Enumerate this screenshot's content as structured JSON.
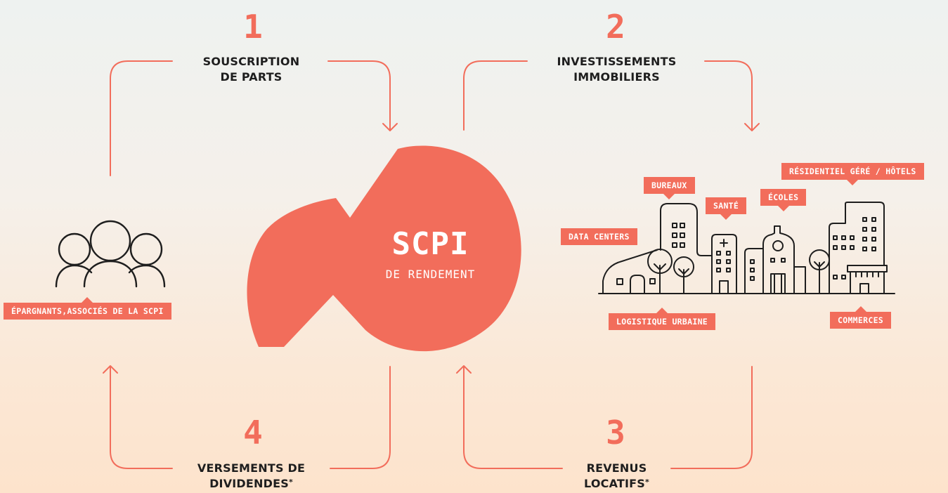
{
  "steps": [
    {
      "number": "1",
      "line1": "SOUSCRIPTION",
      "line2": "DE PARTS"
    },
    {
      "number": "2",
      "line1": "INVESTISSEMENTS",
      "line2": "IMMOBILIERS"
    },
    {
      "number": "3",
      "line1": "REVENUS",
      "line2": "LOCATIFS",
      "asterisk": "*"
    },
    {
      "number": "4",
      "line1": "VERSEMENTS DE",
      "line2": "DIVIDENDES",
      "asterisk": "*"
    }
  ],
  "center": {
    "title": "SCPI",
    "subtitle": "DE RENDEMENT"
  },
  "investors": {
    "label": "ÉPARGNANTS,ASSOCIÉS DE LA SCPI",
    "icon": "people-group-icon"
  },
  "asset_tags": {
    "bureaux": "BUREAUX",
    "sante": "SANTÉ",
    "ecoles": "ÉCOLES",
    "residentiel": "RÉSIDENTIEL GÉRÉ / HÔTELS",
    "data_centers": "DATA CENTERS",
    "logistique": "LOGISTIQUE URBAINE",
    "commerces": "COMMERCES"
  },
  "colors": {
    "accent": "#f26d5b",
    "text": "#1e1e1e"
  }
}
